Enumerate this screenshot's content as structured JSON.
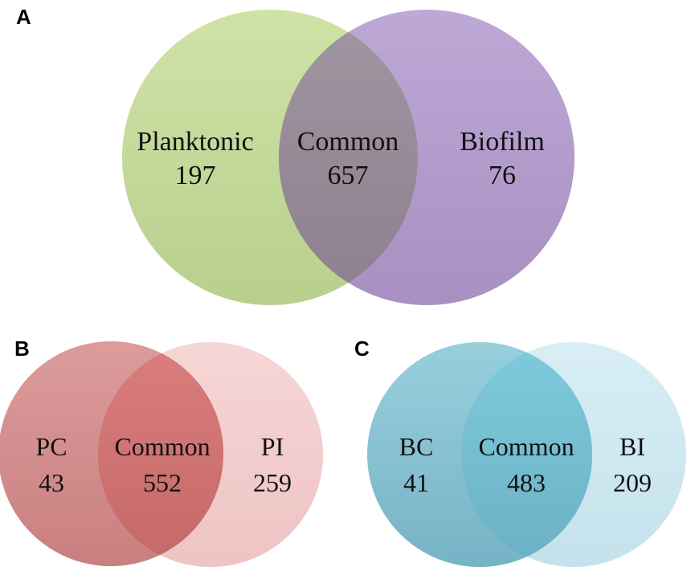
{
  "panels": {
    "a": {
      "letter": "A",
      "left": {
        "name": "Planktonic",
        "count": "197",
        "color": "#c6dc9c"
      },
      "common": {
        "name": "Common",
        "count": "657",
        "color": "#9a8c98"
      },
      "right": {
        "name": "Biofilm",
        "count": "76",
        "color": "#b8a0cf"
      }
    },
    "b": {
      "letter": "B",
      "left": {
        "name": "PC",
        "count": "43",
        "color": "#d48a8a"
      },
      "common": {
        "name": "Common",
        "count": "552",
        "color": "#d27272"
      },
      "right": {
        "name": "PI",
        "count": "259",
        "color": "#f2cccc"
      }
    },
    "c": {
      "letter": "C",
      "left": {
        "name": "BC",
        "count": "41",
        "color": "#86c3d4"
      },
      "common": {
        "name": "Common",
        "count": "483",
        "color": "#7cbfd2"
      },
      "right": {
        "name": "BI",
        "count": "209",
        "color": "#cde8f1"
      }
    }
  }
}
